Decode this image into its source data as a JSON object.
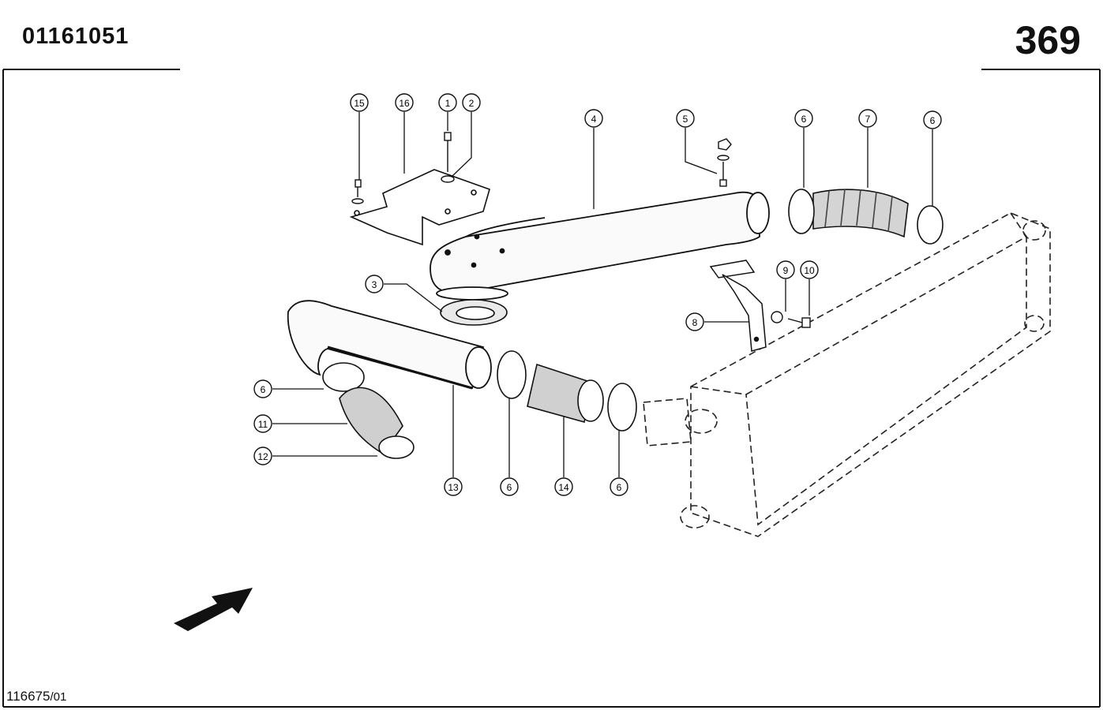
{
  "header": {
    "part_number": "01161051",
    "page_number": "369"
  },
  "footer": {
    "drawing_code": "116675",
    "drawing_suffix": "/01"
  },
  "callouts": [
    {
      "id": "c15",
      "label": "15"
    },
    {
      "id": "c16",
      "label": "16"
    },
    {
      "id": "c1",
      "label": "1"
    },
    {
      "id": "c2",
      "label": "2"
    },
    {
      "id": "c4",
      "label": "4"
    },
    {
      "id": "c5",
      "label": "5"
    },
    {
      "id": "c6a",
      "label": "6"
    },
    {
      "id": "c7",
      "label": "7"
    },
    {
      "id": "c6b",
      "label": "6"
    },
    {
      "id": "c3",
      "label": "3"
    },
    {
      "id": "c9",
      "label": "9"
    },
    {
      "id": "c10",
      "label": "10"
    },
    {
      "id": "c8",
      "label": "8"
    },
    {
      "id": "c6c",
      "label": "6"
    },
    {
      "id": "c11",
      "label": "11"
    },
    {
      "id": "c12",
      "label": "12"
    },
    {
      "id": "c13",
      "label": "13"
    },
    {
      "id": "c6d",
      "label": "6"
    },
    {
      "id": "c14",
      "label": "14"
    },
    {
      "id": "c6e",
      "label": "6"
    }
  ]
}
